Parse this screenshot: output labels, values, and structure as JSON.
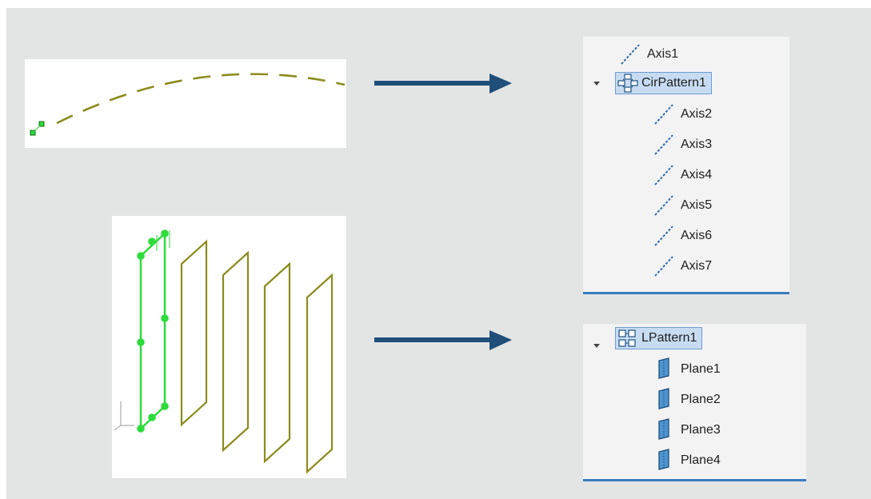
{
  "circular_tree": {
    "root_axis": {
      "label": "Axis1",
      "icon": "axis-icon"
    },
    "pattern": {
      "label": "CirPattern1",
      "icon": "circular-pattern-icon",
      "expanded": true,
      "selected": true
    },
    "children": [
      {
        "label": "Axis2",
        "icon": "axis-icon"
      },
      {
        "label": "Axis3",
        "icon": "axis-icon"
      },
      {
        "label": "Axis4",
        "icon": "axis-icon"
      },
      {
        "label": "Axis5",
        "icon": "axis-icon"
      },
      {
        "label": "Axis6",
        "icon": "axis-icon"
      },
      {
        "label": "Axis7",
        "icon": "axis-icon"
      }
    ]
  },
  "linear_tree": {
    "pattern": {
      "label": "LPattern1",
      "icon": "linear-pattern-icon",
      "expanded": true,
      "selected": true
    },
    "children": [
      {
        "label": "Plane1",
        "icon": "plane-icon"
      },
      {
        "label": "Plane2",
        "icon": "plane-icon"
      },
      {
        "label": "Plane3",
        "icon": "plane-icon"
      },
      {
        "label": "Plane4",
        "icon": "plane-icon"
      }
    ]
  },
  "colors": {
    "background": "#e3e5e5",
    "arrow": "#1f4e79",
    "selection_fill": "#c7dcf2",
    "selection_border": "#6f9ed2",
    "tree_underline": "#3a7bbf",
    "sketch_olive": "#8c8c1e",
    "sketch_selected": "#2ddc3a"
  }
}
